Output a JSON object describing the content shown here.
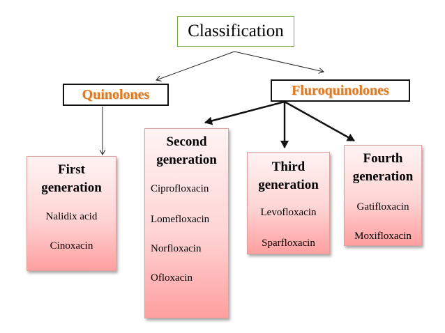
{
  "root": {
    "label": "Classification"
  },
  "categories": {
    "quinolones": "Quinolones",
    "fluoroquinolones": "Fluroquinolones"
  },
  "generations": {
    "first": {
      "title1": "First",
      "title2": "generation",
      "drugs": [
        "Nalidix acid",
        "Cinoxacin"
      ]
    },
    "second": {
      "title1": "Second",
      "title2": "generation",
      "drugs": [
        "Ciprofloxacin",
        "Lomefloxacin",
        "Norfloxacin",
        "Ofloxacin"
      ]
    },
    "third": {
      "title1": "Third",
      "title2": "generation",
      "drugs": [
        "Levofloxacin",
        "Sparfloxacin"
      ]
    },
    "fourth": {
      "title1": "Fourth",
      "title2": "generation",
      "drugs": [
        "Gatifloxacin",
        "Moxifloxacin"
      ]
    }
  },
  "colors": {
    "root_border": "#7aaa45",
    "category_text": "#e07a1f",
    "generation_fill": "#ffc0c0"
  }
}
